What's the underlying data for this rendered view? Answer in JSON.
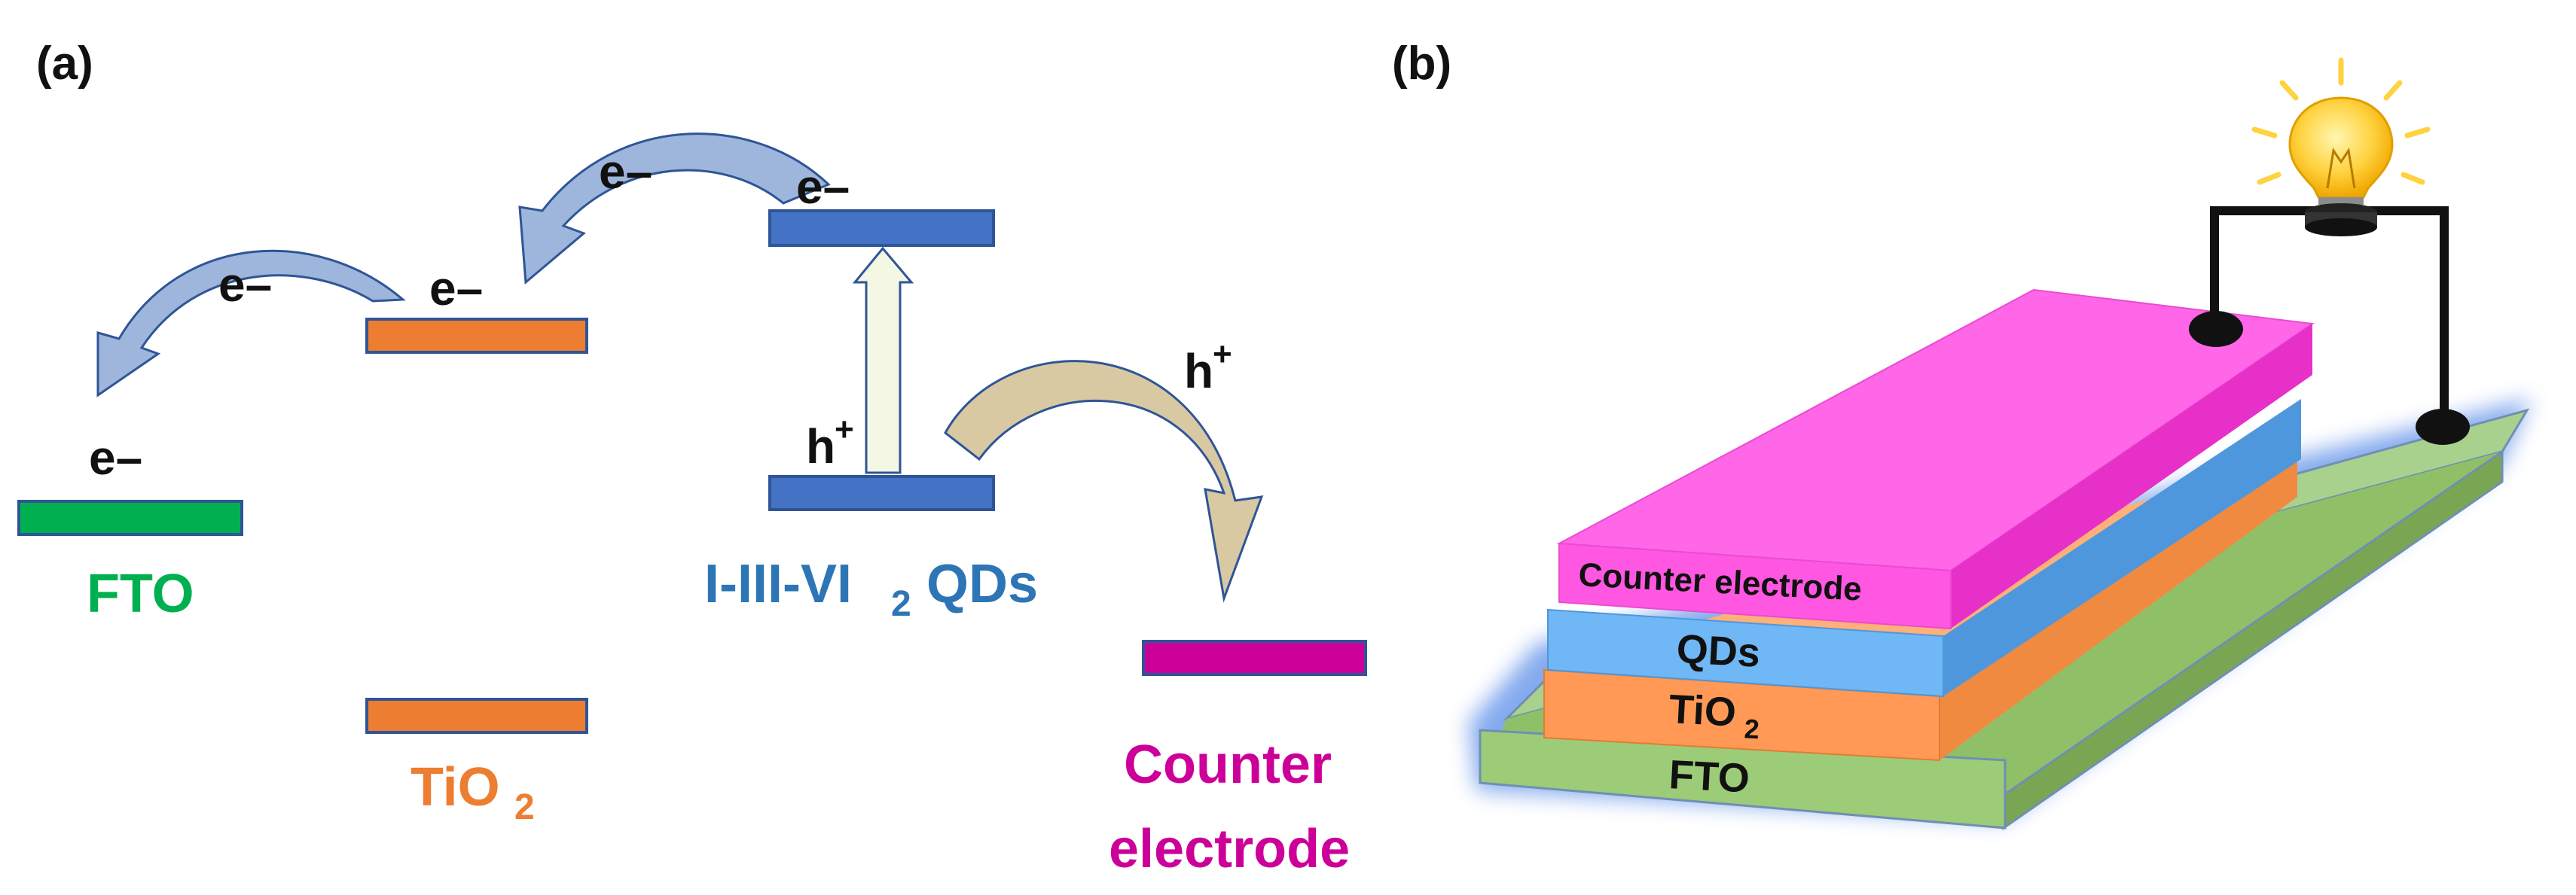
{
  "panel_a": {
    "label": "(a)",
    "labels": {
      "fto": "FTO",
      "tio2_base": "TiO",
      "tio2_sub": "2",
      "qds_prefix": "I-III-VI",
      "qds_sub": "2",
      "qds_suffix": " QDs",
      "counter_line1": "Counter",
      "counter_line2": "electrode"
    },
    "carriers": {
      "electron": "e–",
      "hole_base": "h",
      "hole_sup": "+"
    },
    "colors": {
      "fto": "#00b050",
      "tio2": "#ed7d31",
      "qds": "#4472c4",
      "counter": "#cc0099",
      "electron_arrow": "#9fb6dc",
      "hole_arrow": "#d9c9a3",
      "excitation_arrow": "#f3f7e3"
    }
  },
  "panel_b": {
    "label": "(b)",
    "layers": {
      "counter": "Counter electrode",
      "qds": "QDs",
      "tio2_base": "TiO",
      "tio2_sub": "2",
      "fto": "FTO"
    },
    "colors": {
      "counter": "#ff66e8",
      "qds": "#6fb7f5",
      "tio2": "#ff9955",
      "fto": "#9ccc78",
      "glow": "#5b8ee8",
      "bulb": "#ffd23f"
    }
  }
}
